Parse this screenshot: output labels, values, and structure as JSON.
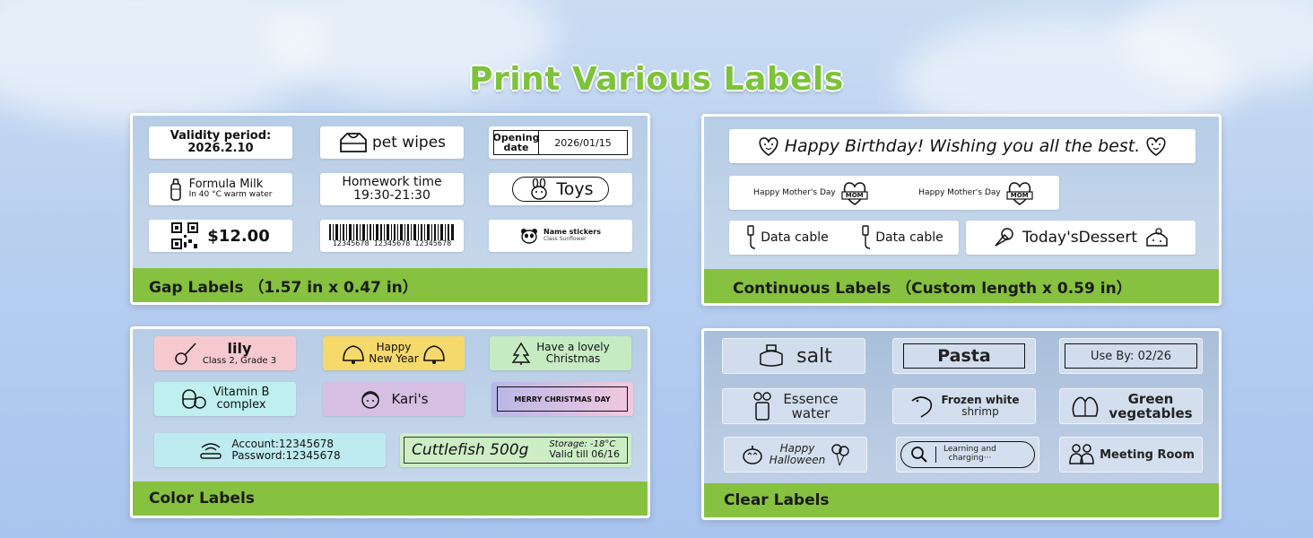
{
  "title": "Print Various Labels",
  "gap": {
    "footer": "Gap Labels （1.57 in x 0.47 in）",
    "validity_line1": "Validity period:",
    "validity_line2": "2026.2.10",
    "pet_wipes": "pet wipes",
    "opening_label": "Opening date",
    "opening_date": "2026/01/15",
    "formula_title": "Formula Milk",
    "formula_sub": "In 40 °C warm water",
    "homework_title": "Homework time",
    "homework_time": "19:30-21:30",
    "toys": "Toys",
    "price": "$12.00",
    "barcode_numbers": "12345678  12345678  12345678",
    "name_stickers": "Name stickers",
    "class_name": "Class Sunflower"
  },
  "continuous": {
    "footer": "Continuous Labels （Custom length x 0.59 in）",
    "birthday": "Happy Birthday! Wishing you all the best.",
    "mothers_day": "Happy Mother's Day",
    "mom": "MOM",
    "data_cable": "Data cable",
    "dessert": "Today'sDessert"
  },
  "color": {
    "footer": "Color Labels",
    "lily_name": "lily",
    "lily_class": "Class 2, Grade 3",
    "new_year_1": "Happy",
    "new_year_2": "New Year",
    "christmas_1": "Have a lovely",
    "christmas_2": "Christmas",
    "vitamin_1": "Vitamin B",
    "vitamin_2": "complex",
    "karis": "Kari's",
    "merry": "MERRY CHRISTMAS DAY",
    "account": "Account:12345678",
    "password": "Password:12345678",
    "cuttlefish": "Cuttlefish 500g",
    "storage": "Storage: -18°C",
    "valid_till": "Valid till 06/16"
  },
  "clear": {
    "footer": "Clear Labels",
    "salt": "salt",
    "pasta": "Pasta",
    "use_by": "Use By: 02/26",
    "essence_1": "Essence",
    "essence_2": "water",
    "shrimp_1": "Frozen white",
    "shrimp_2": "shrimp",
    "green_1": "Green",
    "green_2": "vegetables",
    "halloween_1": "Happy",
    "halloween_2": "Halloween",
    "learning_1": "Learning and",
    "learning_2": "charging···",
    "meeting": "Meeting Room"
  },
  "colors": {
    "accent_green": "#86c13f",
    "title_green": "#7cc33b",
    "pink": "#f6c9ce",
    "yellow": "#f5d96a",
    "mint": "#c6ebc2",
    "cyan": "#bff0ef",
    "lavender": "#d7bfe3",
    "light_green": "#cdeec5"
  }
}
